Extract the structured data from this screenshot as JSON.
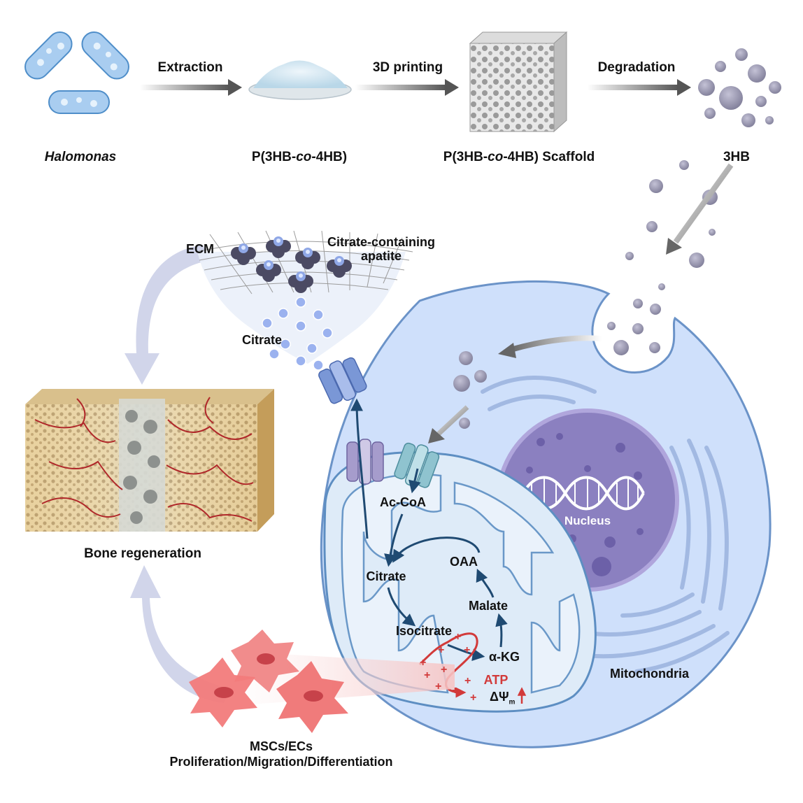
{
  "top_row": {
    "halomonas": [
      "Halomonas"
    ],
    "extraction": [
      "Extraction"
    ],
    "powder": [
      "P(3HB-",
      "co",
      "-4HB)"
    ],
    "printing": [
      "3D printing"
    ],
    "scaffold": [
      "P(3HB-",
      "co",
      "-4HB) Scaffold"
    ],
    "degradation": [
      "Degradation"
    ],
    "product": [
      "3HB"
    ]
  },
  "ecm_panel": {
    "ecm": "ECM",
    "apatite_line1": "Citrate-containing",
    "apatite_line2": "apatite",
    "citrate": "Citrate"
  },
  "bone": {
    "label": "Bone regeneration"
  },
  "cell": {
    "nucleus": "Nucleus",
    "mitochondria": "Mitochondria"
  },
  "tca_cycle": {
    "ac_coa": "Ac-CoA",
    "citrate": "Citrate",
    "isocitrate": "Isocitrate",
    "akg": "α-KG",
    "malate": "Malate",
    "oaa": "OAA",
    "atp": "ATP",
    "delta_psi": "ΔΨ",
    "delta_psi_sub": "m"
  },
  "stem_cells": {
    "line1": "MSCs/ECs",
    "line2": "Proliferation/Migration/Differentiation"
  },
  "colors": {
    "cell_fill": "#cfe0fb",
    "mito_fill": "#deebf8",
    "nucleus_fill": "#8b80c0",
    "arrow_dark": "#1f4a72",
    "accent_red": "#d23a3a",
    "flow_arrow": "#c9cee6"
  }
}
